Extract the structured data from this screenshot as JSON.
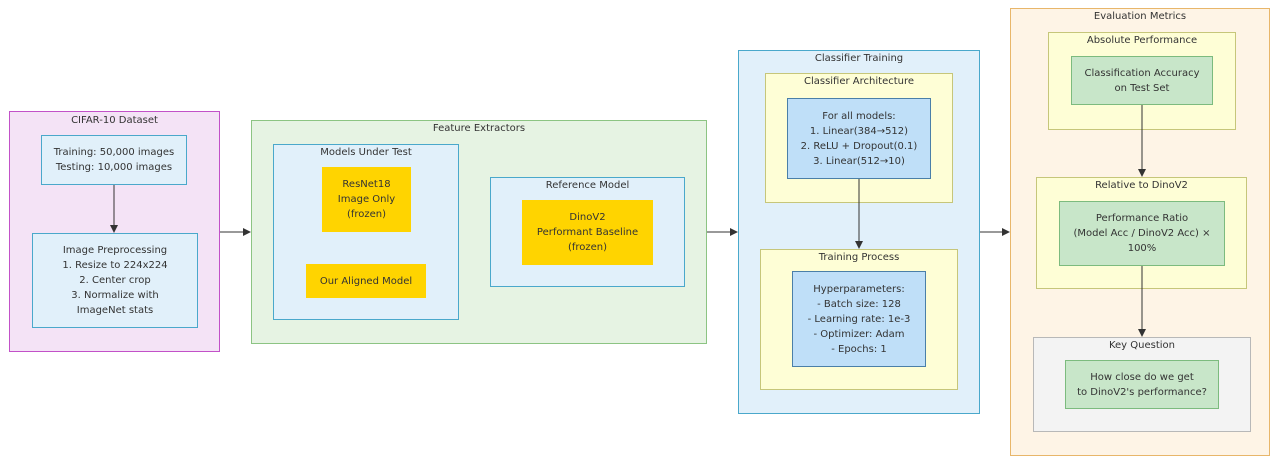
{
  "groups": {
    "cifar": "CIFAR-10 Dataset",
    "feature_extractors": "Feature Extractors",
    "models_under_test": "Models Under Test",
    "reference_model": "Reference Model",
    "classifier_training": "Classifier Training",
    "classifier_architecture": "Classifier Architecture",
    "training_process": "Training Process",
    "evaluation_metrics": "Evaluation Metrics",
    "absolute_performance": "Absolute Performance",
    "relative_to_dinov2": "Relative to DinoV2",
    "key_question": "Key Question"
  },
  "nodes": {
    "dataset_split": "Training: 50,000 images\nTesting: 10,000 images",
    "preprocessing": "Image Preprocessing\n1. Resize to 224x224\n2. Center crop\n3. Normalize with\nImageNet stats",
    "resnet18": "ResNet18\nImage Only\n(frozen)",
    "aligned_model": "Our Aligned Model",
    "dinov2": "DinoV2\nPerformant Baseline\n(frozen)",
    "architecture": "For all models:\n1. Linear(384→512)\n2. ReLU + Dropout(0.1)\n3. Linear(512→10)",
    "hyperparameters": "Hyperparameters:\n- Batch size: 128\n- Learning rate: 1e-3\n- Optimizer: Adam\n- Epochs: 1",
    "accuracy": "Classification Accuracy\non Test Set",
    "ratio": "Performance Ratio\n(Model Acc / DinoV2 Acc) ×\n100%",
    "question": "How close do we get\nto DinoV2's performance?"
  },
  "colors": {
    "dataset_group": "#f4e3f6",
    "extractor_group": "#e6f3e3",
    "classifier_group": "#e1f0fa",
    "subgroup_yellow": "#fefed6",
    "evaluation_group": "#fef4e6",
    "model_node": "#ffd400",
    "metric_node": "#c8e6c9",
    "classifier_node": "#bfdff8",
    "edge": "#333333"
  }
}
